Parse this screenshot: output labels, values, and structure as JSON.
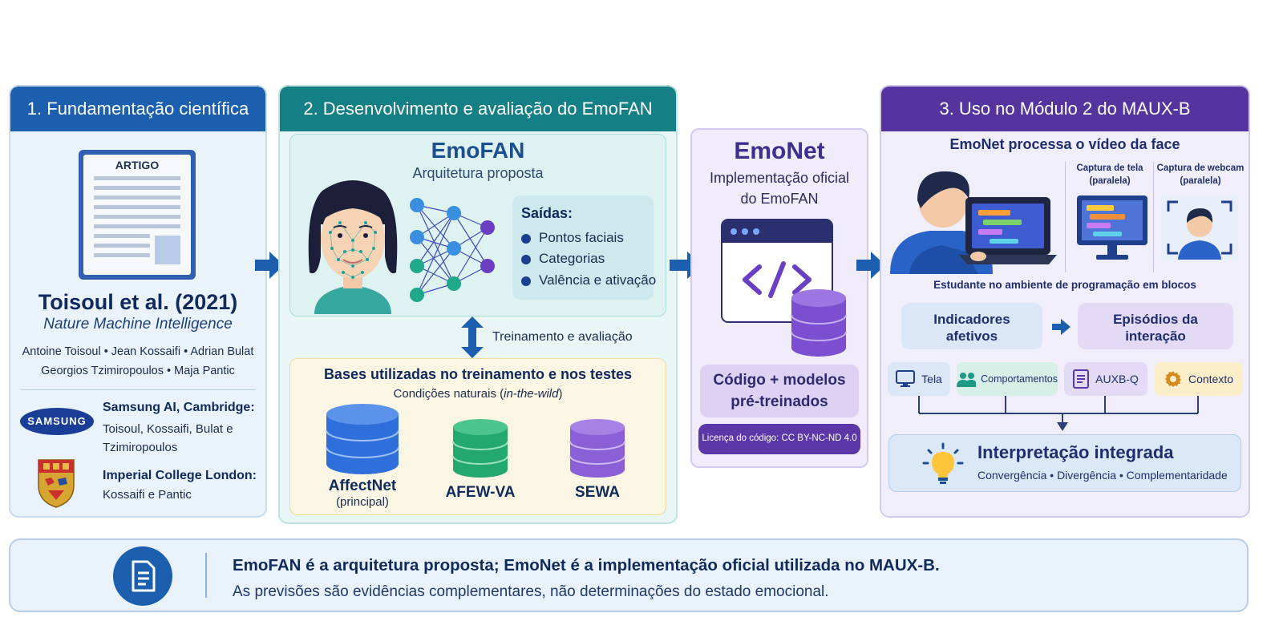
{
  "panel1": {
    "header": "1. Fundamentação científica",
    "doc_label": "ARTIGO",
    "citation": "Toisoul et al. (2021)",
    "journal": "Nature Machine Intelligence",
    "authors_line1": "Antoine Toisoul • Jean Kossaifi • Adrian Bulat",
    "authors_line2": "Georgios Tzimiropoulos • Maja Pantic",
    "samsung_logo": "SAMSUNG",
    "samsung_title": "Samsung AI, Cambridge:",
    "samsung_names": "Toisoul, Kossaifi, Bulat e Tzimiropoulos",
    "imperial_title": "Imperial College London:",
    "imperial_names": "Kossaifi e Pantic"
  },
  "panel2": {
    "header": "2. Desenvolvimento e avaliação do EmoFAN",
    "model_title": "EmoFAN",
    "model_subtitle": "Arquitetura proposta",
    "outputs_title": "Saídas:",
    "outputs": [
      "Pontos faciais",
      "Categorias",
      "Valência e ativação"
    ],
    "training_label": "Treinamento e avaliação",
    "datasets_title": "Bases utilizadas no treinamento e nos testes",
    "datasets_subtitle_pre": "Condições naturais (",
    "datasets_subtitle_em": "in-the-wild",
    "datasets_subtitle_post": ")",
    "datasets": [
      {
        "name": "AffectNet",
        "note": "(principal)",
        "color": "#2f6fdc"
      },
      {
        "name": "AFEW-VA",
        "note": "",
        "color": "#23a86f"
      },
      {
        "name": "SEWA",
        "note": "",
        "color": "#8b5fd6"
      }
    ]
  },
  "emonet": {
    "title": "EmoNet",
    "subtitle_line1": "Implementação oficial",
    "subtitle_line2": "do EmoFAN",
    "code_label_line1": "Código + modelos",
    "code_label_line2": "pré-treinados",
    "license": "Licença do código: CC BY-NC-ND 4.0"
  },
  "panel3": {
    "header": "3. Uso no Módulo 2 do MAUX-B",
    "process_title": "EmoNet processa o vídeo da face",
    "screen_capture_line1": "Captura de tela",
    "screen_capture_line2": "(paralela)",
    "webcam_capture_line1": "Captura de webcam",
    "webcam_capture_line2": "(paralela)",
    "student_caption": "Estudante no ambiente de programação em blocos",
    "indicators_line1": "Indicadores",
    "indicators_line2": "afetivos",
    "episodes_line1": "Episódios da",
    "episodes_line2": "interação",
    "sources": [
      {
        "label": "Tela",
        "icon": "monitor-icon"
      },
      {
        "label": "Comportamentos",
        "icon": "people-icon"
      },
      {
        "label": "AUXB-Q",
        "icon": "document-icon"
      },
      {
        "label": "Contexto",
        "icon": "gear-icon"
      }
    ],
    "integrated_title": "Interpretação integrada",
    "integrated_subtitle": "Convergência • Divergência • Complementaridade"
  },
  "footer": {
    "line1": "EmoFAN é a arquitetura proposta; EmoNet é a implementação oficial utilizada no MAUX-B.",
    "line2": "As previsões são evidências complementares, não determinações do estado emocional."
  },
  "colors": {
    "panel1": "#1b5fae",
    "panel2": "#157f86",
    "panel3": "#56349e",
    "arrow": "#1b5fae"
  }
}
